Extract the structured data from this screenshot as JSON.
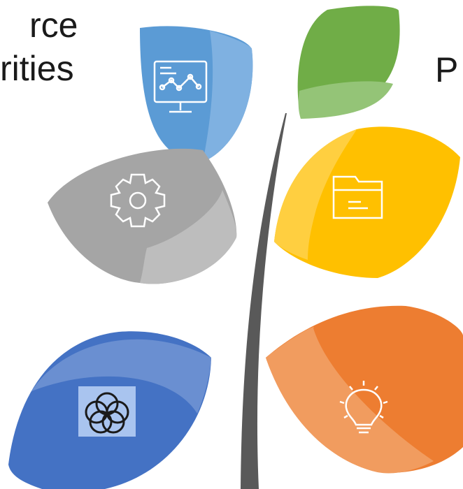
{
  "text": {
    "left_line1": "rce",
    "left_line2": "rities",
    "right_fragment": "P"
  },
  "leaves": [
    {
      "name": "leaf-blue-top",
      "color": "#5b9bd5",
      "highlight": "#7fb1e1",
      "icon": "monitor-chart-icon"
    },
    {
      "name": "leaf-green",
      "color": "#70ad47",
      "highlight": "#94c477",
      "icon": ""
    },
    {
      "name": "leaf-gray",
      "color": "#a5a5a5",
      "highlight": "#bdbdbd",
      "icon": "gear-icon"
    },
    {
      "name": "leaf-yellow",
      "color": "#ffc000",
      "highlight": "#ffcf40",
      "icon": "folder-icon"
    },
    {
      "name": "leaf-blue-bottom",
      "color": "#4472c4",
      "highlight": "#6a8fd1",
      "icon": "overlapping-circles-icon"
    },
    {
      "name": "leaf-orange",
      "color": "#ed7d31",
      "highlight": "#f19c5f",
      "icon": "lightbulb-icon"
    }
  ],
  "colors": {
    "stem": "#595959",
    "icon_stroke": "#ffffff",
    "circles_icon_bg": "#a9c4ef",
    "circles_icon_stroke": "#1a1a1a"
  }
}
